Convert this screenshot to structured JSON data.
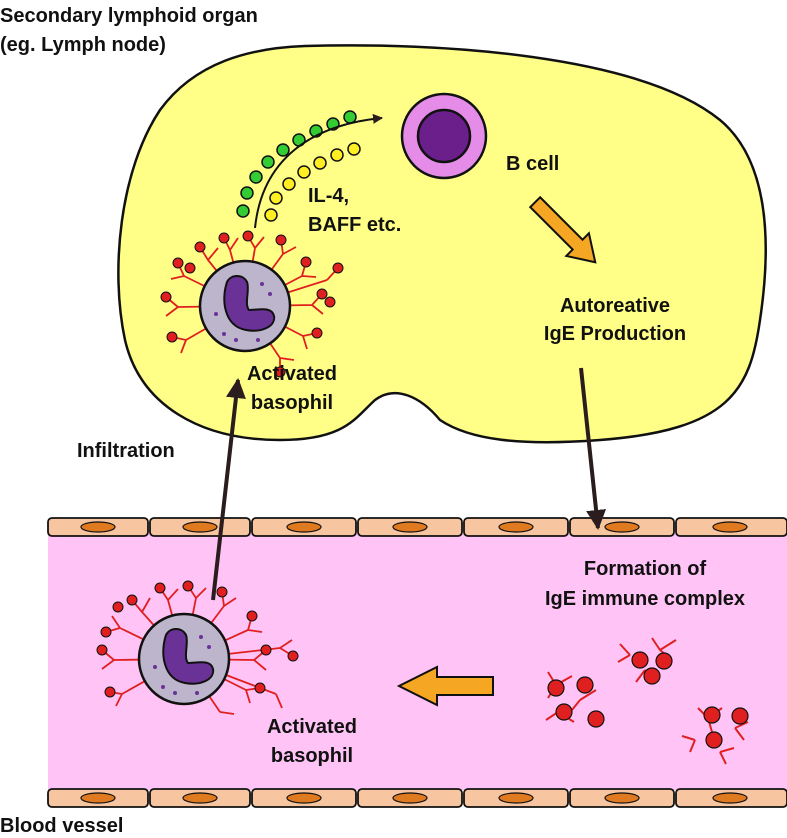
{
  "labels": {
    "organ_line1": "Secondary lymphoid organ",
    "organ_line2": "(eg. Lymph node)",
    "b_cell": "B cell",
    "cytokine_line1": "IL-4,",
    "cytokine_line2": "BAFF etc.",
    "production_line1": "Autoreative",
    "production_line2": "IgE Production",
    "basophil_top_line1": "Activated",
    "basophil_top_line2": "basophil",
    "infiltration": "Infiltration",
    "complex_line1": "Formation of",
    "complex_line2": "IgE immune complex",
    "basophil_bottom_line1": "Activated",
    "basophil_bottom_line2": "basophil",
    "blood_vessel": "Blood vessel"
  },
  "colors": {
    "organ_fill": "#FFFF88",
    "vessel_fill": "#FFC4F5",
    "endothelial_cell": "#F7C5A0",
    "endothelial_nucleus": "#E07A20",
    "b_cell_outer": "#E58CE8",
    "b_cell_inner": "#6B1F8A",
    "basophil_cytoplasm": "#BDB5CC",
    "basophil_nucleus": "#6A3296",
    "ige": "#E02020",
    "cytokine_green": "#33CC33",
    "cytokine_yellow": "#FFEE22",
    "orange_arrow": "#F5A623",
    "arrow": "#2B1D1D"
  }
}
